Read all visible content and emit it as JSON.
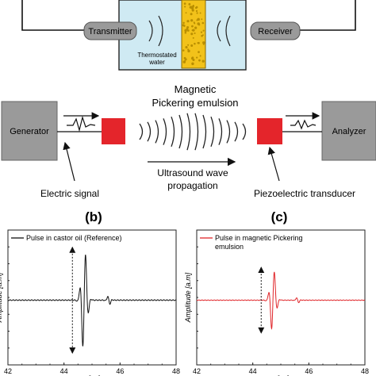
{
  "setup": {
    "transmitter_label": "Transmitter",
    "receiver_label": "Receiver",
    "water_label_line1": "Thermostated",
    "water_label_line2": "water",
    "emulsion_label_line1": "Magnetic",
    "emulsion_label_line2": "Pickering emulsion",
    "generator_label": "Generator",
    "analyzer_label": "Analyzer",
    "ultrasound_label_line1": "Ultrasound wave",
    "ultrasound_label_line2": "propagation",
    "electric_signal_label": "Electric signal",
    "transducer_label": "Piezoelectric transducer",
    "colors": {
      "transducer": "#e4252b",
      "box_fill": "#9a9a9a",
      "water": "#cfeaf3",
      "emulsion_tube": "#f2c21a"
    }
  },
  "chart_data": [
    {
      "type": "line",
      "panel_label": "(b)",
      "series": [
        {
          "name": "Pulse in castor oil (Reference)",
          "color": "#111111"
        }
      ],
      "xlabel": "t [µs]",
      "ylabel": "Amplitude [a.m]",
      "xlim": [
        42,
        48
      ],
      "xticks": [
        "42",
        "44",
        "46",
        "48"
      ],
      "annotation": "double-headed arrow marking peak-to-peak amplitude",
      "pulse": {
        "center_us": 44.72,
        "relative_amplitude": 1.0,
        "echo_us": 45.6
      }
    },
    {
      "type": "line",
      "panel_label": "(c)",
      "series": [
        {
          "name": "Pulse in magnetic Pickering emulsion",
          "legend_line1": "Pulse in magnetic Pickering",
          "legend_line2": "emulsion",
          "color": "#e0262a"
        }
      ],
      "xlabel": "t [µs]",
      "ylabel": "Amplitude [a.m]",
      "xlim": [
        42,
        48
      ],
      "xticks": [
        "42",
        "44",
        "46",
        "48"
      ],
      "annotation": "double-headed arrow marking peak-to-peak amplitude",
      "pulse": {
        "center_us": 44.72,
        "relative_amplitude": 0.62,
        "echo_us": 45.6
      }
    }
  ]
}
